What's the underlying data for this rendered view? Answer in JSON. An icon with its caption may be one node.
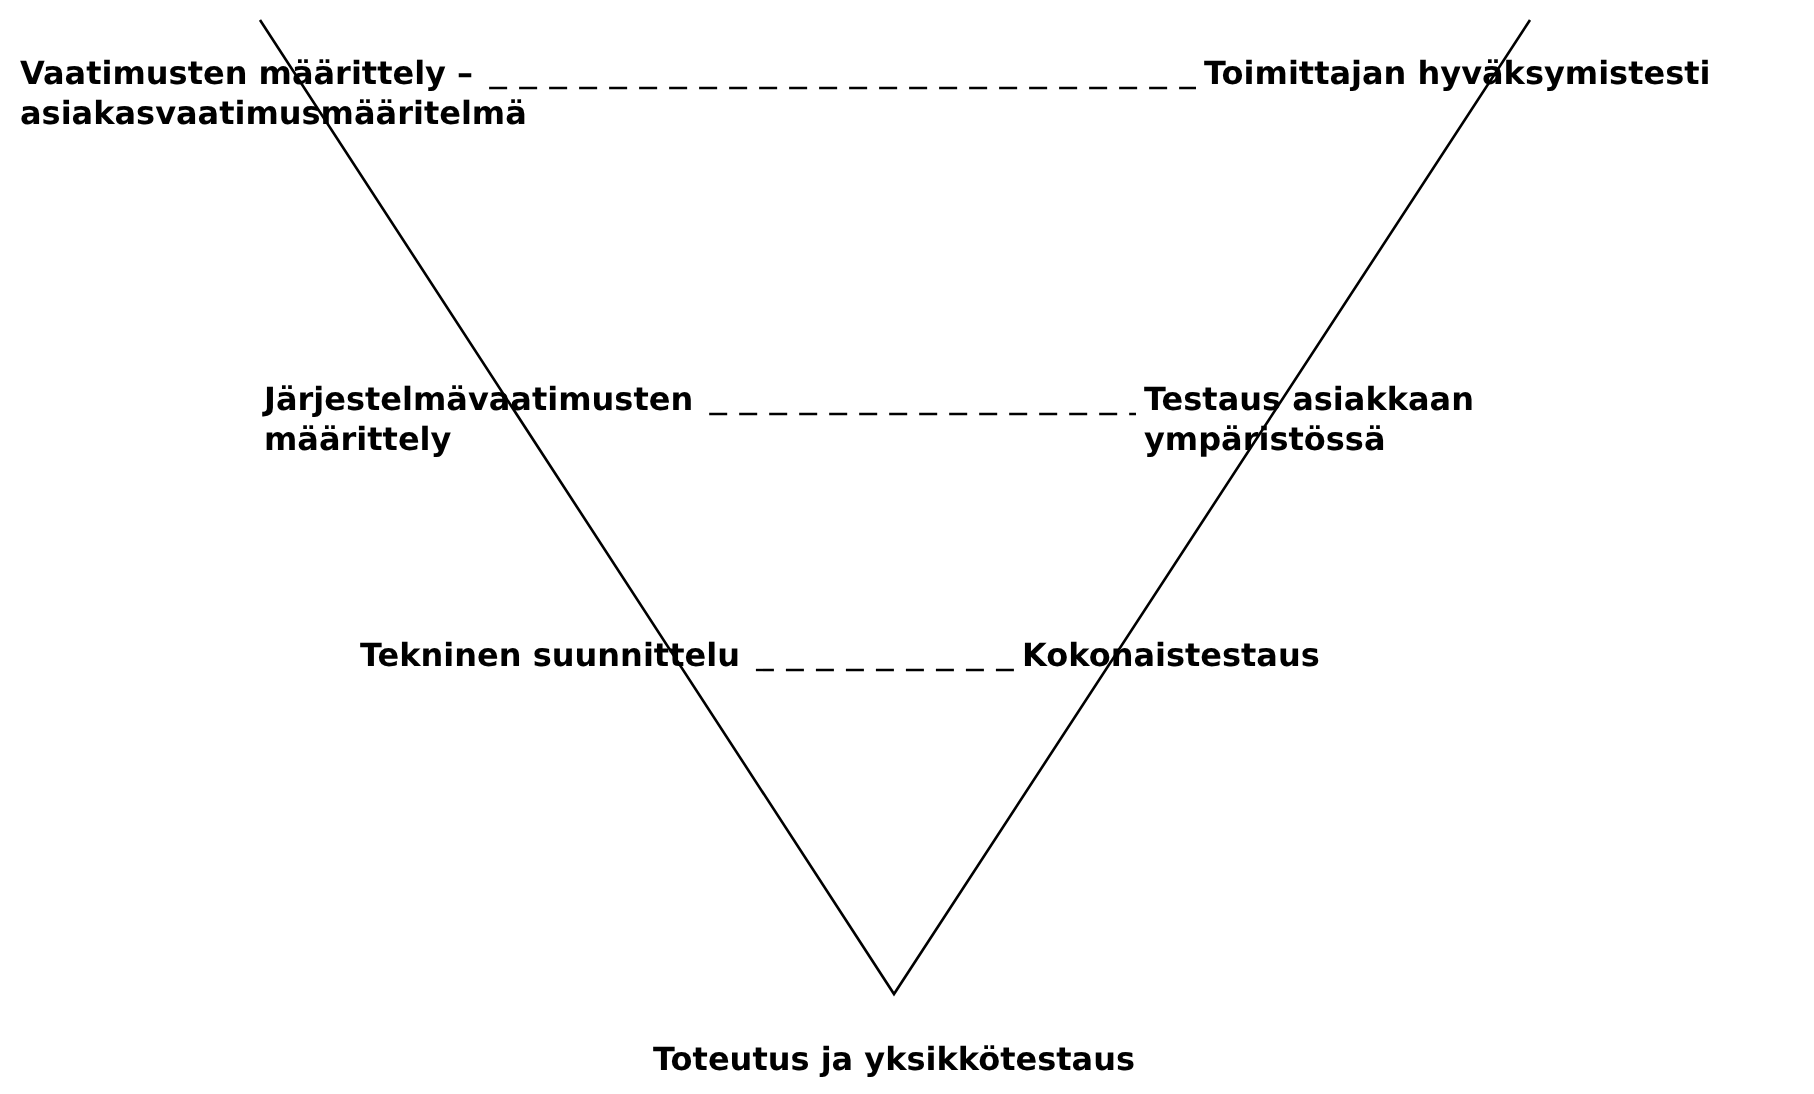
{
  "diagram": {
    "nodes": [
      {
        "text": [
          "Vaatimusten määrittely – asiakasvaatimusmääritelmä"
        ]
      },
      {
        "text": [
          "Toimittajan hyväksymistesti"
        ]
      },
      {
        "text": [
          "Järjestelmävaatimusten määrittely"
        ]
      },
      {
        "text": [
          "Testaus asiakkaan ympäristössä"
        ]
      },
      {
        "text": [
          "Tekninen suunnittelu"
        ]
      },
      {
        "text": [
          "Kokonaistestaus"
        ]
      },
      {
        "text": [
          "Toteutus ja yksikkötestaus"
        ]
      }
    ],
    "edges": [
      {
        "from": 0,
        "to": 1,
        "arrow": "none",
        "style": "dashed"
      },
      {
        "from": 2,
        "to": 3,
        "arrow": "none",
        "style": "dashed"
      },
      {
        "from": 4,
        "to": 5,
        "arrow": "none",
        "style": "dashed"
      }
    ]
  }
}
